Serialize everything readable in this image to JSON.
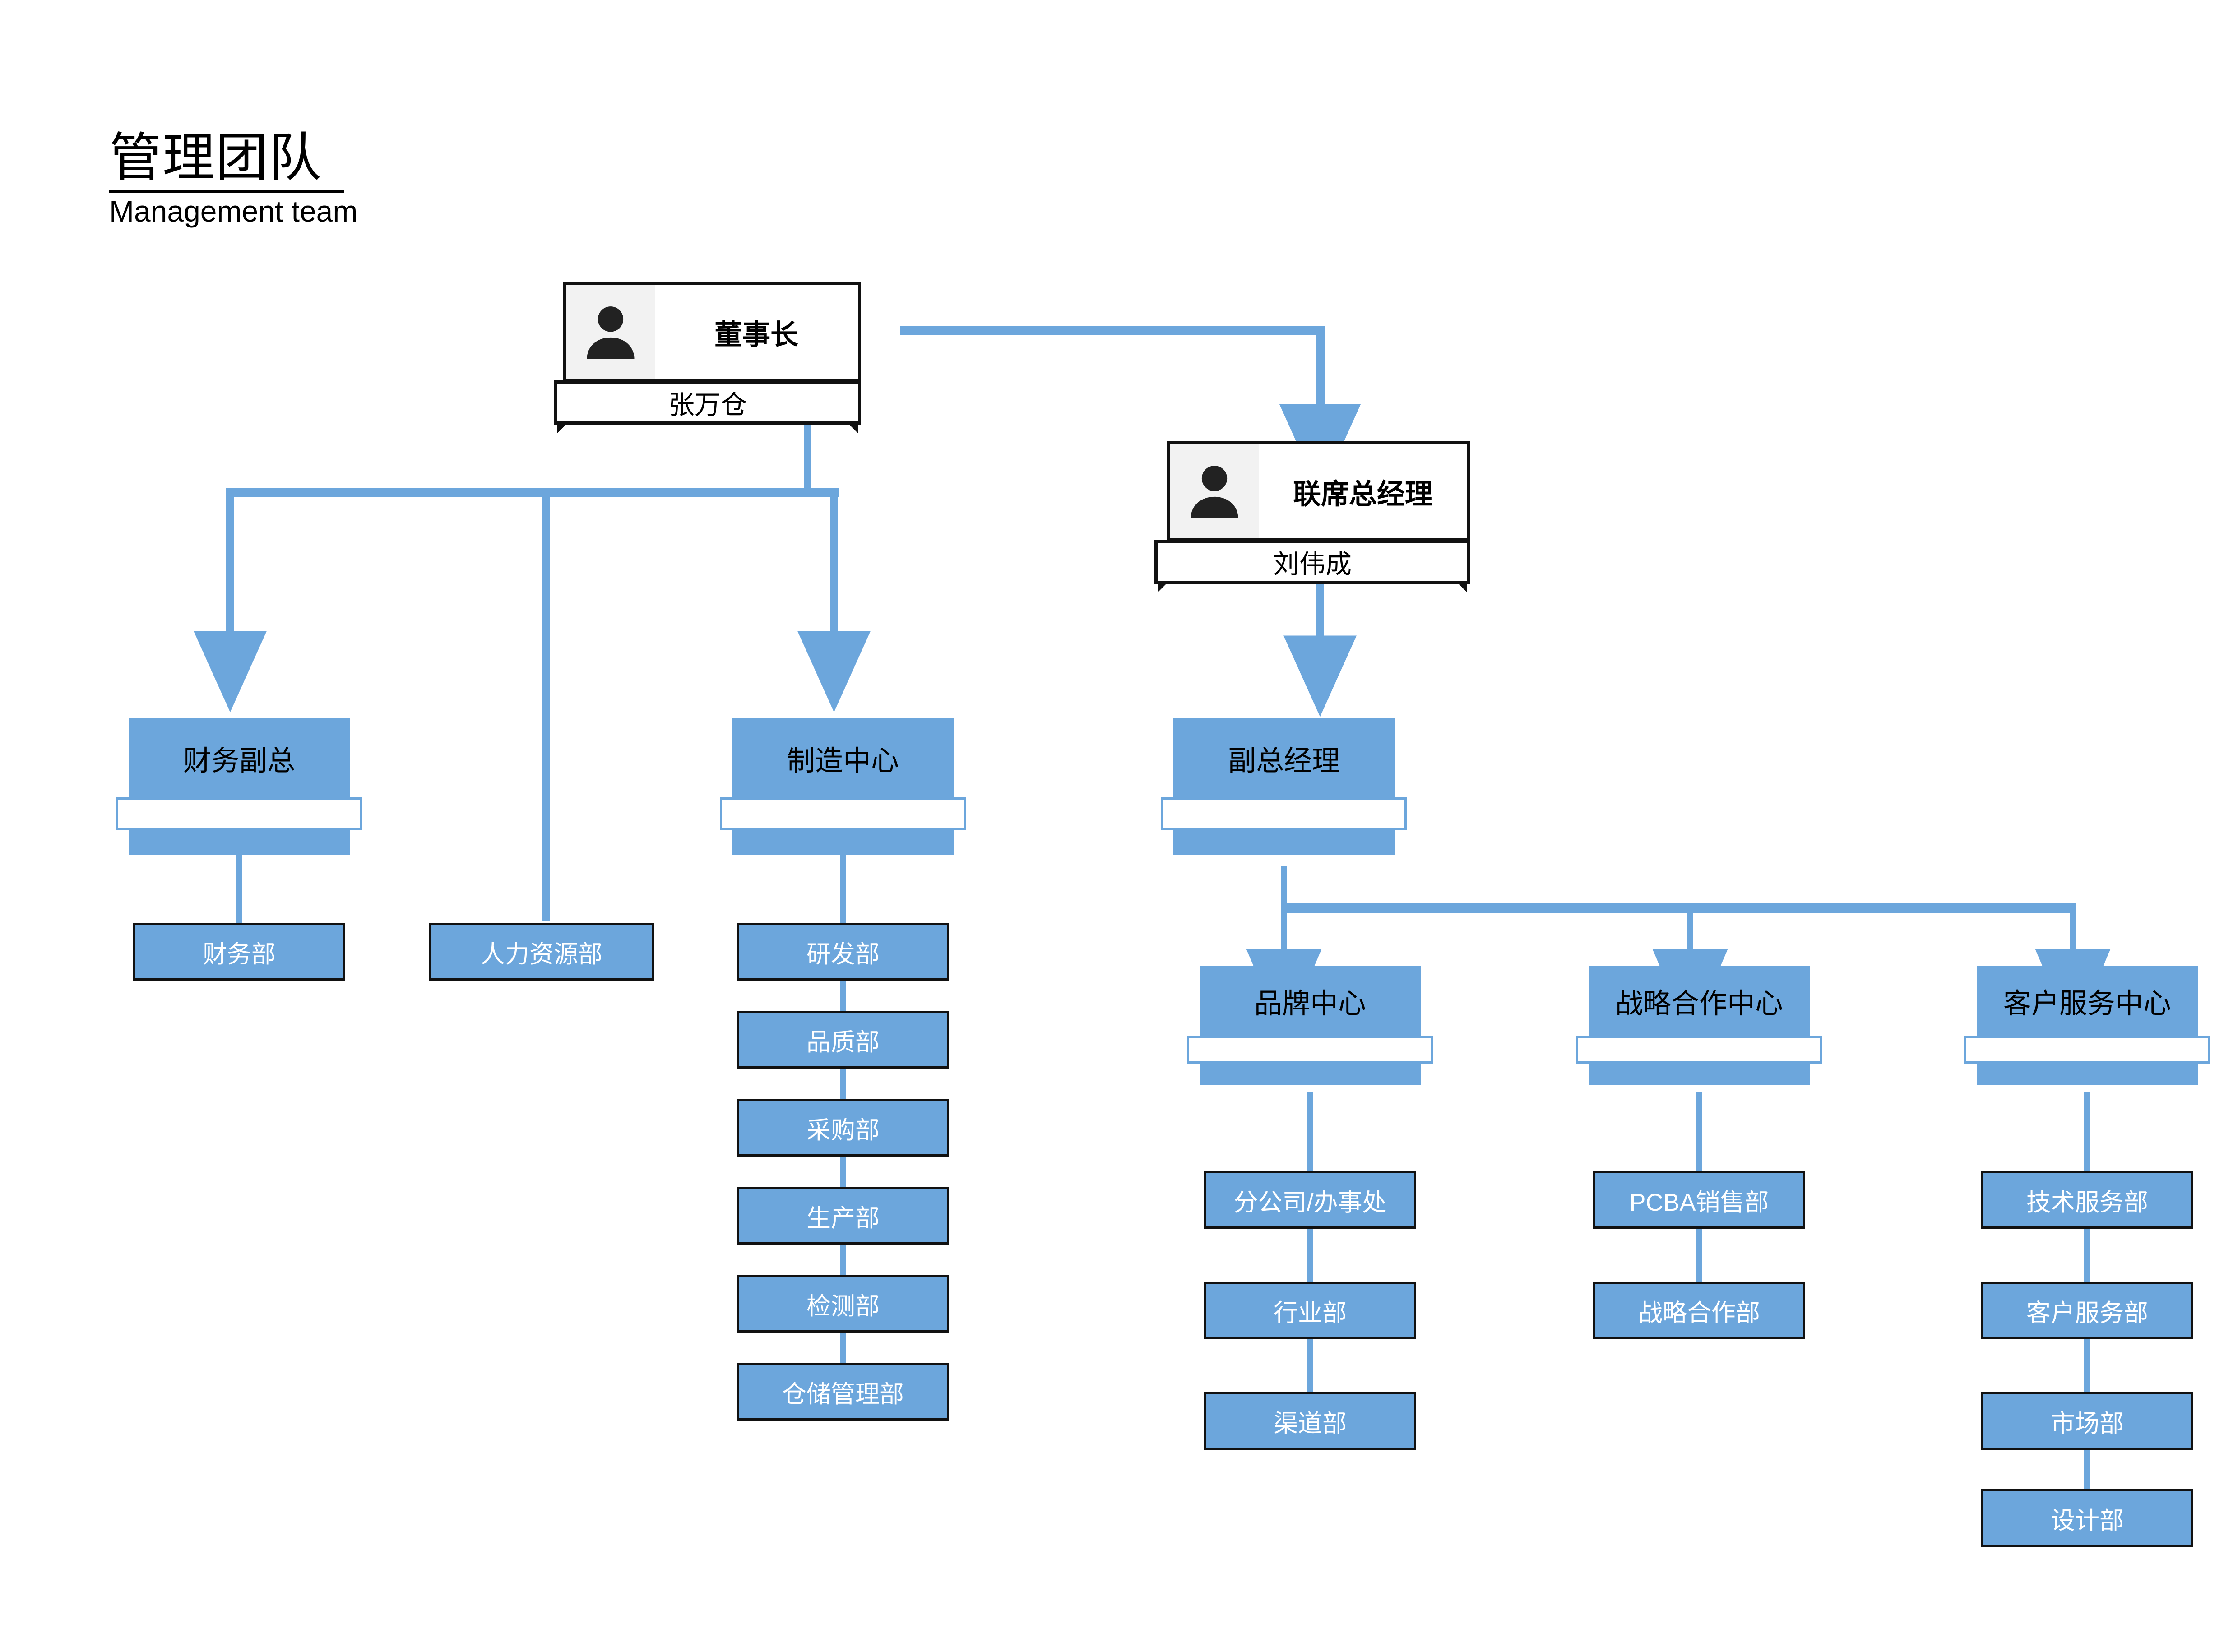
{
  "header": {
    "title_cn": "管理团队",
    "title_en": "Management team"
  },
  "colors": {
    "accent_blue": "#6ca6dc",
    "node_border": "#111111",
    "avatar_panel": "#f2f2f2",
    "dept_text": "#ffffff"
  },
  "people": [
    {
      "id": "chairman",
      "title": "董事长",
      "name": "张万仓"
    },
    {
      "id": "co_gm",
      "title": "联席总经理",
      "name": "刘伟成"
    }
  ],
  "ribbons": [
    {
      "id": "finance_vp",
      "label": "财务副总"
    },
    {
      "id": "mfg_center",
      "label": "制造中心"
    },
    {
      "id": "deputy_gm",
      "label": "副总经理"
    },
    {
      "id": "brand_center",
      "label": "品牌中心"
    },
    {
      "id": "strat_center",
      "label": "战略合作中心"
    },
    {
      "id": "cs_center",
      "label": "客户服务中心"
    }
  ],
  "departments": {
    "finance_vp": [
      "财务部"
    ],
    "chairman_direct": [
      "人力资源部"
    ],
    "mfg_center": [
      "研发部",
      "品质部",
      "采购部",
      "生产部",
      "检测部",
      "仓储管理部"
    ],
    "brand_center": [
      "分公司/办事处",
      "行业部",
      "渠道部"
    ],
    "strat_center": [
      "PCBA销售部",
      "战略合作部"
    ],
    "cs_center": [
      "技术服务部",
      "客户服务部",
      "市场部",
      "设计部"
    ]
  },
  "flat_departments": [
    "财务部",
    "人力资源部",
    "研发部",
    "品质部",
    "采购部",
    "生产部",
    "检测部",
    "仓储管理部",
    "分公司/办事处",
    "行业部",
    "渠道部",
    "PCBA销售部",
    "战略合作部",
    "技术服务部",
    "客户服务部",
    "市场部",
    "设计部"
  ]
}
